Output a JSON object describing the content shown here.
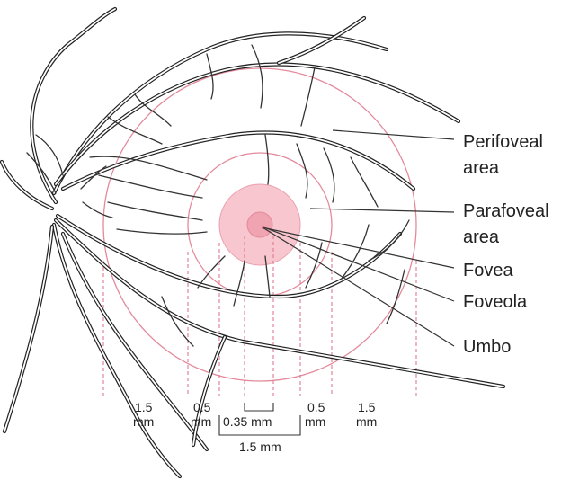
{
  "labels": {
    "perifoveal_1": "Perifoveal",
    "perifoveal_2": "area",
    "parafoveal_1": "Parafoveal",
    "parafoveal_2": "area",
    "fovea": "Fovea",
    "foveola": "Foveola",
    "umbo": "Umbo"
  },
  "measurements": {
    "left_outer_1": "1.5",
    "left_outer_2": "mm",
    "left_inner_1": "0.5",
    "left_inner_2": "mm",
    "center": "0.35 mm",
    "right_inner_1": "0.5",
    "right_inner_2": "mm",
    "right_outer_1": "1.5",
    "right_outer_2": "mm",
    "total": "1.5 mm"
  },
  "colors": {
    "ring": "#e38a9c",
    "fovea_fill": "#f7c6cf",
    "foveola_fill": "#f0a3b1",
    "vessel": "#222222"
  }
}
